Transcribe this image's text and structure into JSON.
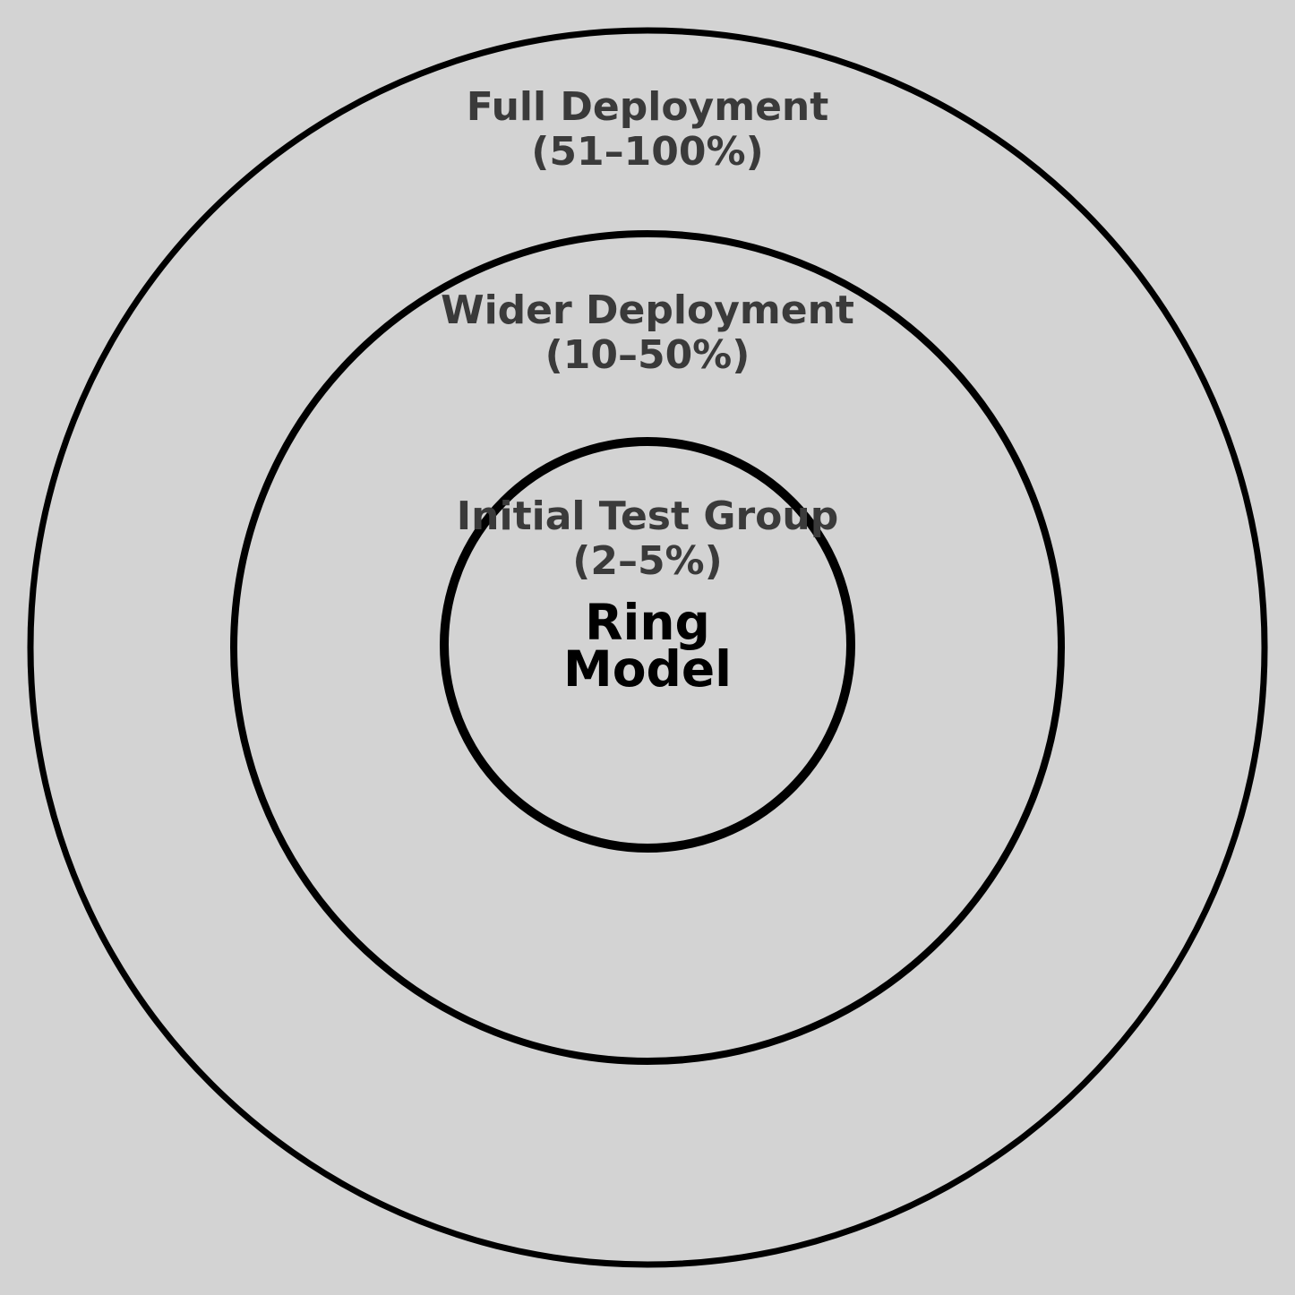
{
  "diagram": {
    "type": "concentric-ring-diagram",
    "title_lines": [
      "Ring",
      "Model"
    ],
    "rings": [
      {
        "label": "Full Deployment",
        "range": "(51–100%)"
      },
      {
        "label": "Wider Deployment",
        "range": "(10–50%)"
      },
      {
        "label": "Initial Test Group",
        "range": "(2–5%)"
      }
    ],
    "colors": {
      "background": "#d3d3d3",
      "ring_stroke": "#000000",
      "label_text": "#3a3a3a",
      "title_text": "#000000"
    }
  }
}
